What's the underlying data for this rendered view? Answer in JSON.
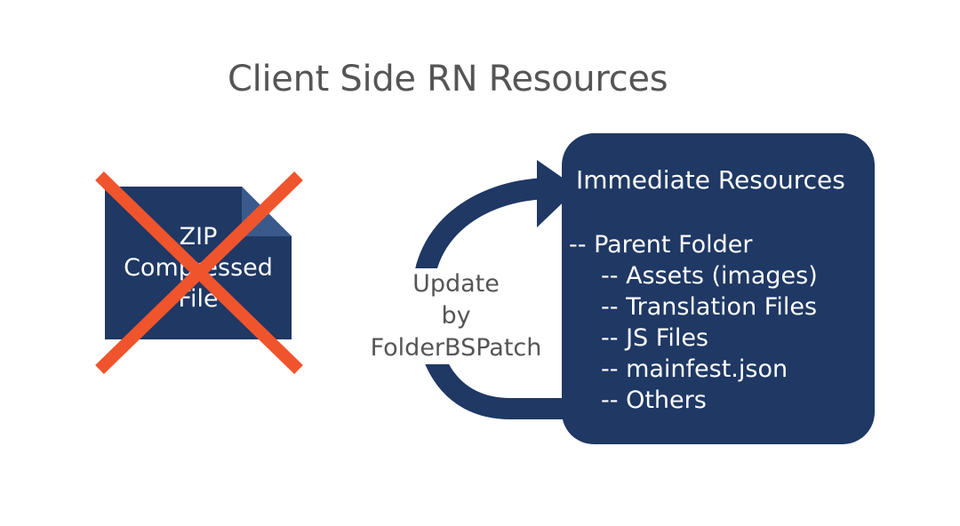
{
  "title": "Client Side RN Resources",
  "zip_file": {
    "lines": [
      "ZIP",
      "Compressed",
      "File"
    ],
    "crossed_out": true
  },
  "update_label": {
    "lines": [
      "Update",
      "by",
      "FolderBSPatch"
    ]
  },
  "resources_box": {
    "title": "Immediate Resources",
    "items": [
      {
        "text": "-- Parent Folder",
        "level": 0
      },
      {
        "text": "-- Assets (images)",
        "level": 1
      },
      {
        "text": "-- Translation Files",
        "level": 1
      },
      {
        "text": "-- JS Files",
        "level": 1
      },
      {
        "text": "-- mainfest.json",
        "level": 1
      },
      {
        "text": "-- Others",
        "level": 1
      }
    ]
  },
  "colors": {
    "navy": "#1f3864",
    "cross": "#f0542d",
    "title_text": "#555555"
  }
}
